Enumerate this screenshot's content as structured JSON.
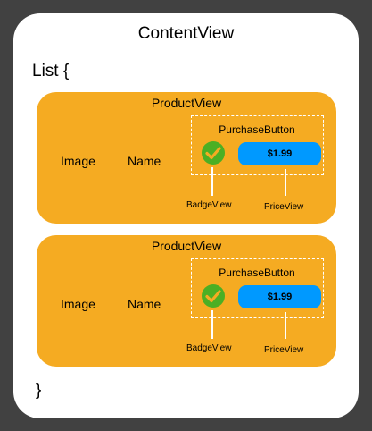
{
  "content_view": {
    "title": "ContentView",
    "list_open": "List {",
    "list_close": "}"
  },
  "products": [
    {
      "title": "ProductView",
      "image_label": "Image",
      "name_label": "Name",
      "purchase_button": {
        "title": "PurchaseButton",
        "price": "$1.99",
        "badge_label": "BadgeView",
        "price_label": "PriceView"
      }
    },
    {
      "title": "ProductView",
      "image_label": "Image",
      "name_label": "Name",
      "purchase_button": {
        "title": "PurchaseButton",
        "price": "$1.99",
        "badge_label": "BadgeView",
        "price_label": "PriceView"
      }
    }
  ],
  "colors": {
    "background": "#414141",
    "content_view": "#ffffff",
    "product_view": "#f5ab22",
    "badge": "#4caf24",
    "price_button": "#0099ff"
  },
  "icons": {
    "badge": "checkmark-icon"
  }
}
